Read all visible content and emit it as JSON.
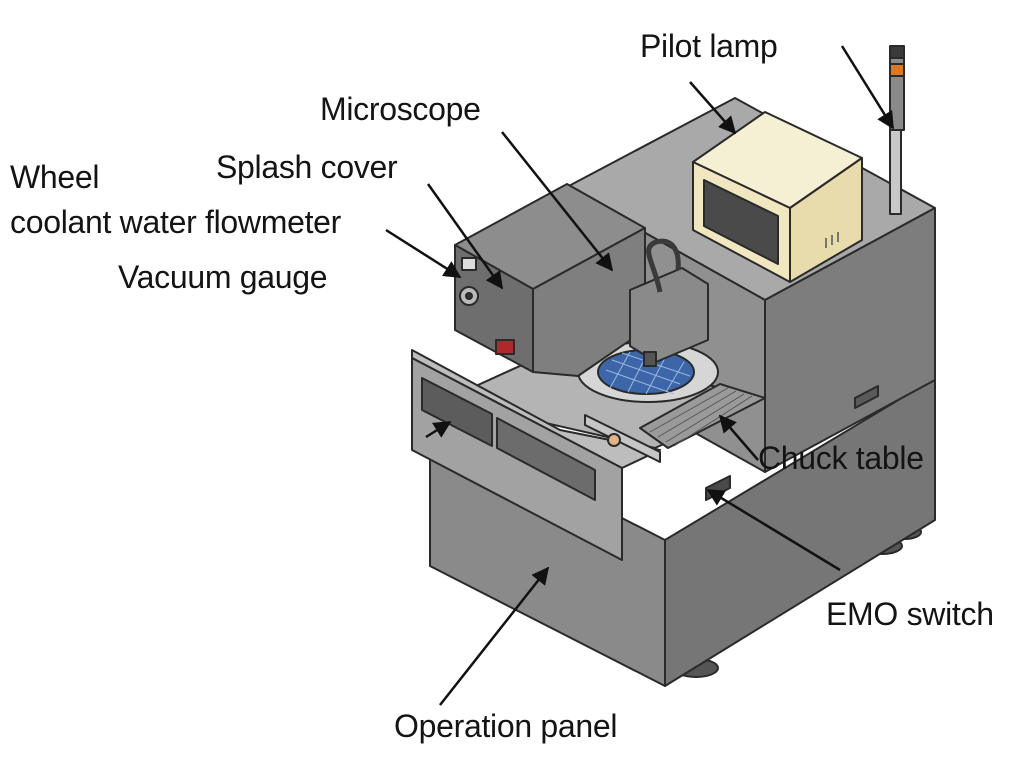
{
  "labels": {
    "pilot_lamp": "Pilot lamp",
    "microscope": "Microscope",
    "splash_cover": "Splash cover",
    "wheel": "Wheel",
    "coolant_flowmeter": "coolant water flowmeter",
    "vacuum_gauge": "Vacuum gauge",
    "chuck_table": "Chuck table",
    "emo_switch": "EMO switch",
    "operation_panel": "Operation panel"
  },
  "colors": {
    "body_front": "#8a8a8a",
    "body_side": "#767676",
    "body_top": "#a9a9a9",
    "outline": "#2a2a2a",
    "monitor_case": "#f0e6c0",
    "wafer": "#3c66a8",
    "indicator_red": "#b0282a",
    "lamp_orange": "#e0761e"
  }
}
